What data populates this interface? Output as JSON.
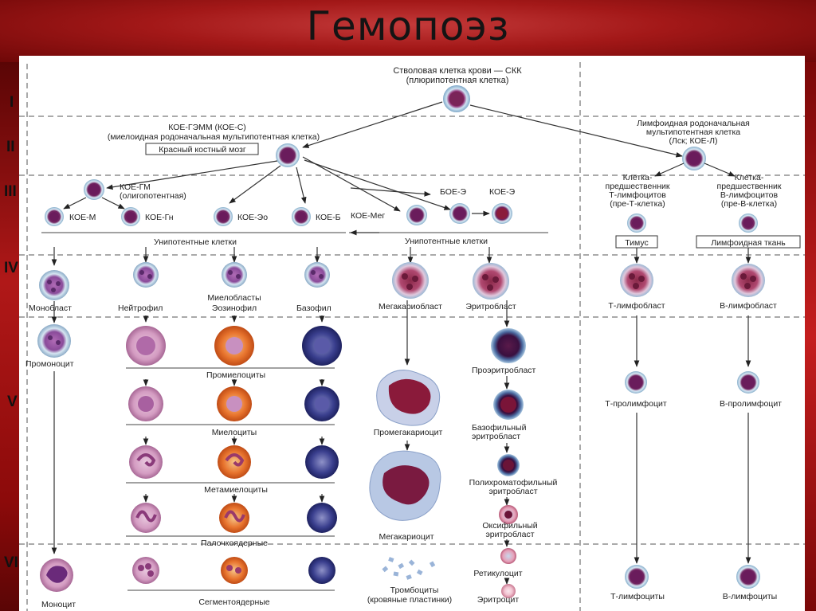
{
  "title": "Гемопоэз",
  "colors": {
    "banner": "#a31818",
    "frame": "#8c0a0a"
  },
  "levels": [
    "I",
    "II",
    "III",
    "IV",
    "V",
    "VI"
  ],
  "level1": {
    "stem_label": "Стволовая клетка крови — СКК",
    "stem_sub": "(плюрипотентная клетка)"
  },
  "level2": {
    "myeloid_label": "КОЕ-ГЭММ (КОЕ-С)",
    "myeloid_sub": "(миелоидная родоначальная мультипотентная клетка)",
    "marrow": "Красный костный мозг",
    "lymphoid_label": "Лимфоидная родоначальная",
    "lymphoid_label2": "мультипотентная клетка",
    "lymphoid_label3": "(Лск; КОЕ-Л)"
  },
  "level3": {
    "gm_label": "КОЕ-ГМ",
    "gm_sub": "(олигопотентная)",
    "unip": [
      "КОЕ-М",
      "КОЕ-Гн",
      "КОЕ-Эо",
      "КОЕ-Б"
    ],
    "unipotent": "Унипотентные клетки",
    "boe": "БОЕ-Э",
    "koe_e": "КОЕ-Э",
    "meg": "КОЕ-Мег",
    "pret": [
      "Клетка-",
      "предшественник",
      "Т-лимфоцитов",
      "(пре-Т-клетка)"
    ],
    "preb": [
      "Клетка-",
      "предшественник",
      "В-лимфоцитов",
      "(пре-В-клетка)"
    ],
    "thymus": "Тимус",
    "tissue": "Лимфоидная ткань"
  },
  "level4": {
    "monoblast": "Монобласт",
    "myeloblasts": "Миелобласты",
    "neut": "Нейтрофил",
    "eos": "Эозинофил",
    "baso": "Базофил",
    "megakaryoblast": "Мегакариобласт",
    "erythroblast": "Эритробласт",
    "tlb": "Т-лимфобласт",
    "blb": "В-лимфобласт"
  },
  "level5": {
    "promonocyte": "Промоноцит",
    "rows": [
      "Промиелоциты",
      "Миелоциты",
      "Метамиелоциты",
      "Палочкоядерные"
    ],
    "promegakaryocyte": "Промегакариоцит",
    "megakaryocyte": "Мегакариоцит",
    "proery": "Проэритробласт",
    "basoery": [
      "Базофильный",
      "эритробласт"
    ],
    "polyery": [
      "Полихроматофильный",
      "эритробласт"
    ],
    "oxyery": [
      "Оксифильный",
      "эритробласт"
    ],
    "tpro": "Т-пролимфоцит",
    "bpro": "В-пролимфоцит"
  },
  "level6": {
    "monocyte": "Моноцит",
    "segmented": "Сегментоядерные",
    "thrombo": "Тромбоциты",
    "thrombo_sub": "(кровяные пластинки)",
    "retic": "Ретикулоцит",
    "ery": "Эритроцит",
    "tlym": "Т-лимфоциты",
    "blym": "В-лимфоциты"
  }
}
